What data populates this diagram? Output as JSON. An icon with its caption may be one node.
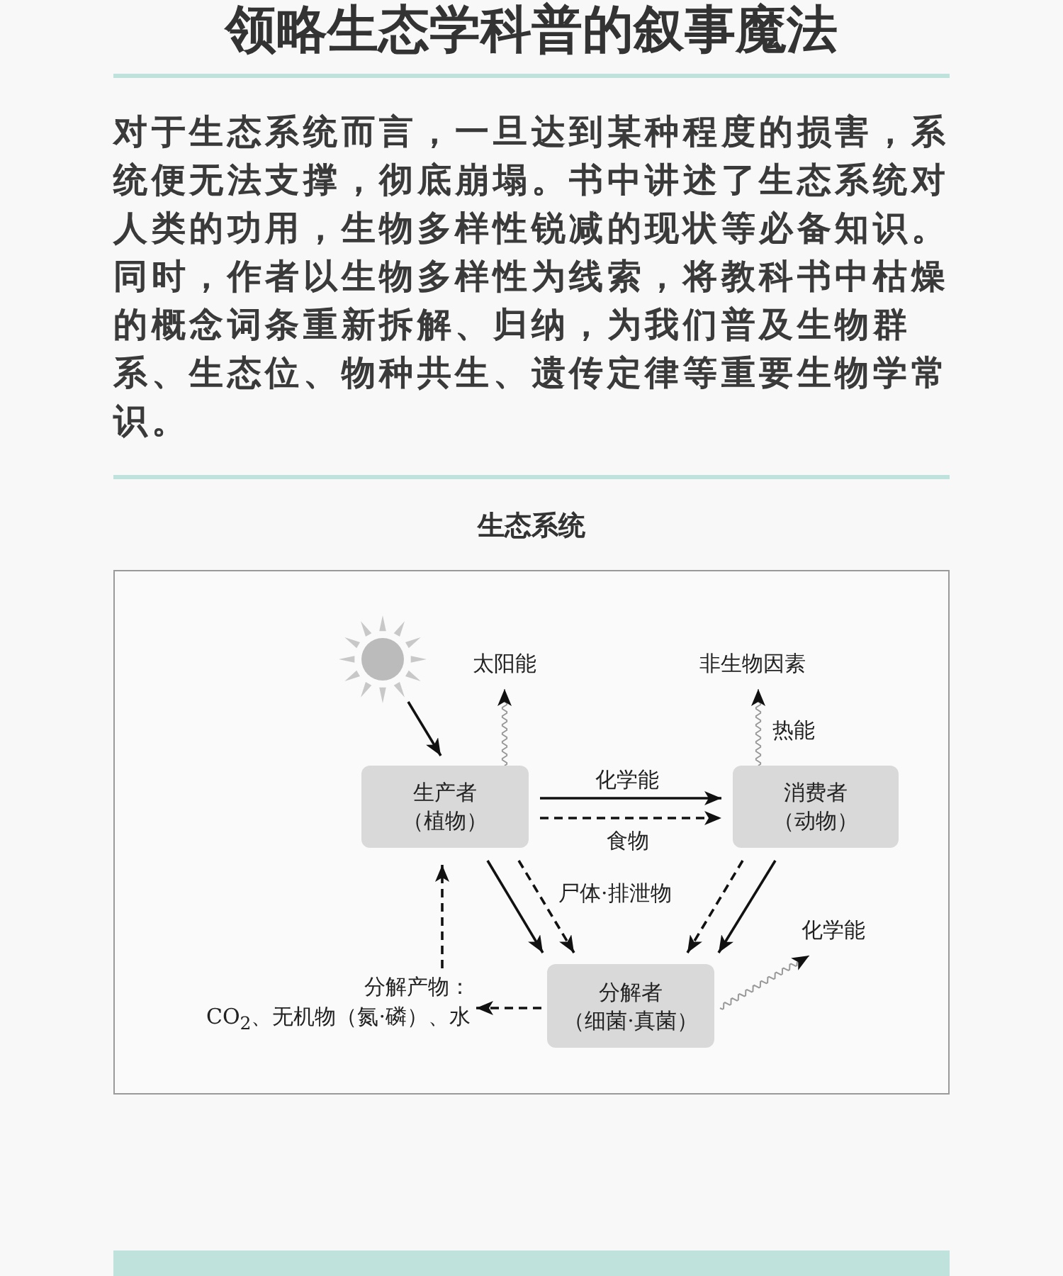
{
  "diagram": {
    "title": "领略生态学科普的叙事魔法",
    "nodes": [
      {
        "text": [],
        "shape": "sun"
      },
      {
        "text": [
          "太阳能"
        ]
      },
      {
        "text": [
          "非生物因素"
        ]
      },
      {
        "text": [
          "生产者",
          "（植物）"
        ]
      },
      {
        "text": [
          "消费者",
          "（动物）"
        ]
      },
      {
        "text": [
          "分解者",
          "（细菌·真菌）"
        ]
      },
      {
        "text": [
          "化学能"
        ]
      },
      {
        "text": [
          "分解产物：",
          "CO$_{2}$、无机物（氮·磷）、水"
        ]
      }
    ],
    "edges": [
      {
        "from": 0,
        "to": 3,
        "arrow": "to"
      },
      {
        "from": 3,
        "to": 1,
        "arrow": "to",
        "color": "#999999"
      },
      {
        "from": 4,
        "to": 2,
        "arrow": "to",
        "label": "热能",
        "color": "#999999"
      },
      {
        "from": 3,
        "to": 4,
        "arrow": "to",
        "label": "化学能"
      },
      {
        "from": 3,
        "to": 4,
        "arrow": "to",
        "label": "食物",
        "style": "dashed"
      },
      {
        "from": 3,
        "to": 5,
        "arrow": "to"
      },
      {
        "from": 3,
        "to": 5,
        "arrow": "to",
        "style": "dashed"
      },
      {
        "from": 4,
        "to": 5,
        "arrow": "to",
        "style": "dashed"
      },
      {
        "from": 4,
        "to": 5,
        "arrow": "to"
      },
      {
        "from": 5,
        "to": 6,
        "arrow": "to",
        "color": "#999999"
      },
      {
        "from": 5,
        "to": 7,
        "arrow": "to",
        "style": "dashed"
      },
      {
        "from": 7,
        "to": 3,
        "arrow": "to",
        "style": "dashed"
      }
    ],
    "labels": [
      "对于生态系统而言，一旦达到某种程度的损害，系统便无法支撑，彻底崩塌。书中讲述了生态系统对人类的功用，生物多样性锐减的现状等必备知识。同时，作者以生物多样性为线索，将教科书中枯燥的概念词条重新拆解、归纳，为我们普及生物群系、生态位、物种共生、遗传定律等重要生物学常识。",
      "生态系统",
      "尸体·排泄物"
    ]
  }
}
